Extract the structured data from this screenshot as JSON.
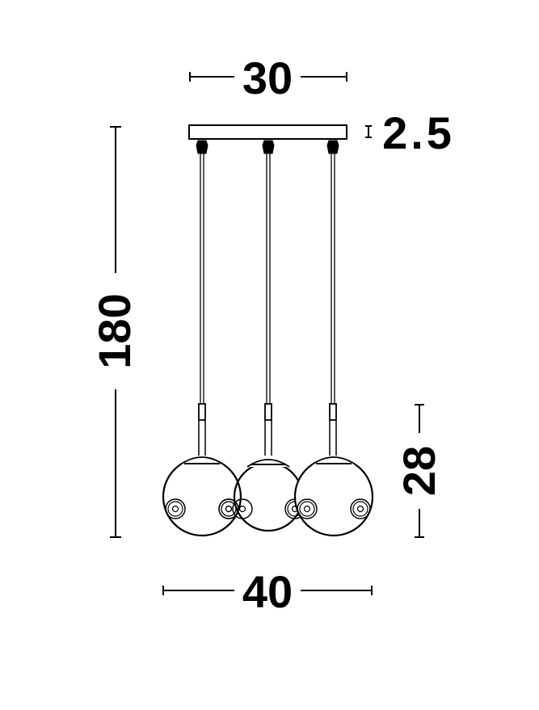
{
  "diagram": {
    "type": "pendant-lamp-dimension-drawing",
    "units_implied": "cm",
    "colors": {
      "line": "#000000",
      "background": "#ffffff"
    },
    "dimensions": {
      "canopy_width": "30",
      "canopy_height": "2.5",
      "total_height": "180",
      "shade_height": "28",
      "total_width": "40"
    },
    "components": {
      "canopy": "rectangular-ceiling-canopy",
      "pendants": [
        {
          "id": "left",
          "shade": "glass-sphere"
        },
        {
          "id": "center",
          "shade": "glass-sphere"
        },
        {
          "id": "right",
          "shade": "glass-sphere"
        }
      ]
    }
  }
}
